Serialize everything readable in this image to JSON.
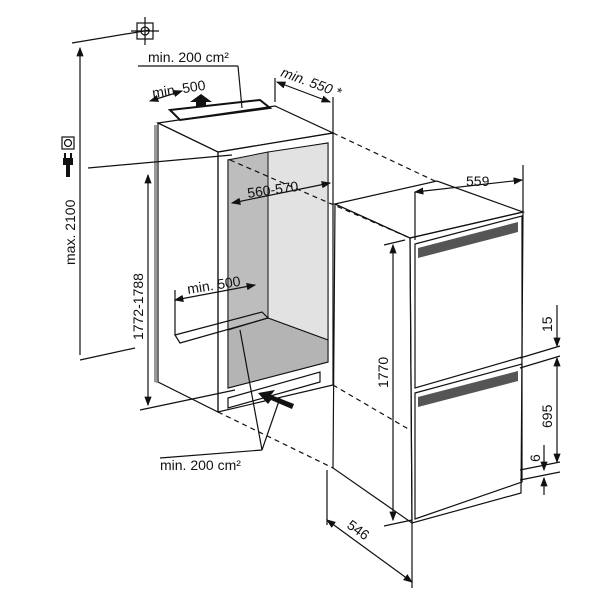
{
  "diagram": {
    "labels": {
      "top_vent": "min. 200 cm²",
      "top_width": "min. 500",
      "depth_top": "min. 550 *",
      "max_height": "max. 2100",
      "niche_width": "560-570",
      "niche_height": "1772-1788",
      "bottom_width": "min. 500",
      "bottom_vent": "min. 200 cm²",
      "appliance_width": "559",
      "appliance_height": "1770",
      "appliance_depth": "546",
      "gap_top": "15",
      "door_height": "695",
      "gap_bottom": "6"
    },
    "icons": [
      "ceiling-fixture-icon",
      "socket-icon",
      "plug-icon"
    ]
  }
}
